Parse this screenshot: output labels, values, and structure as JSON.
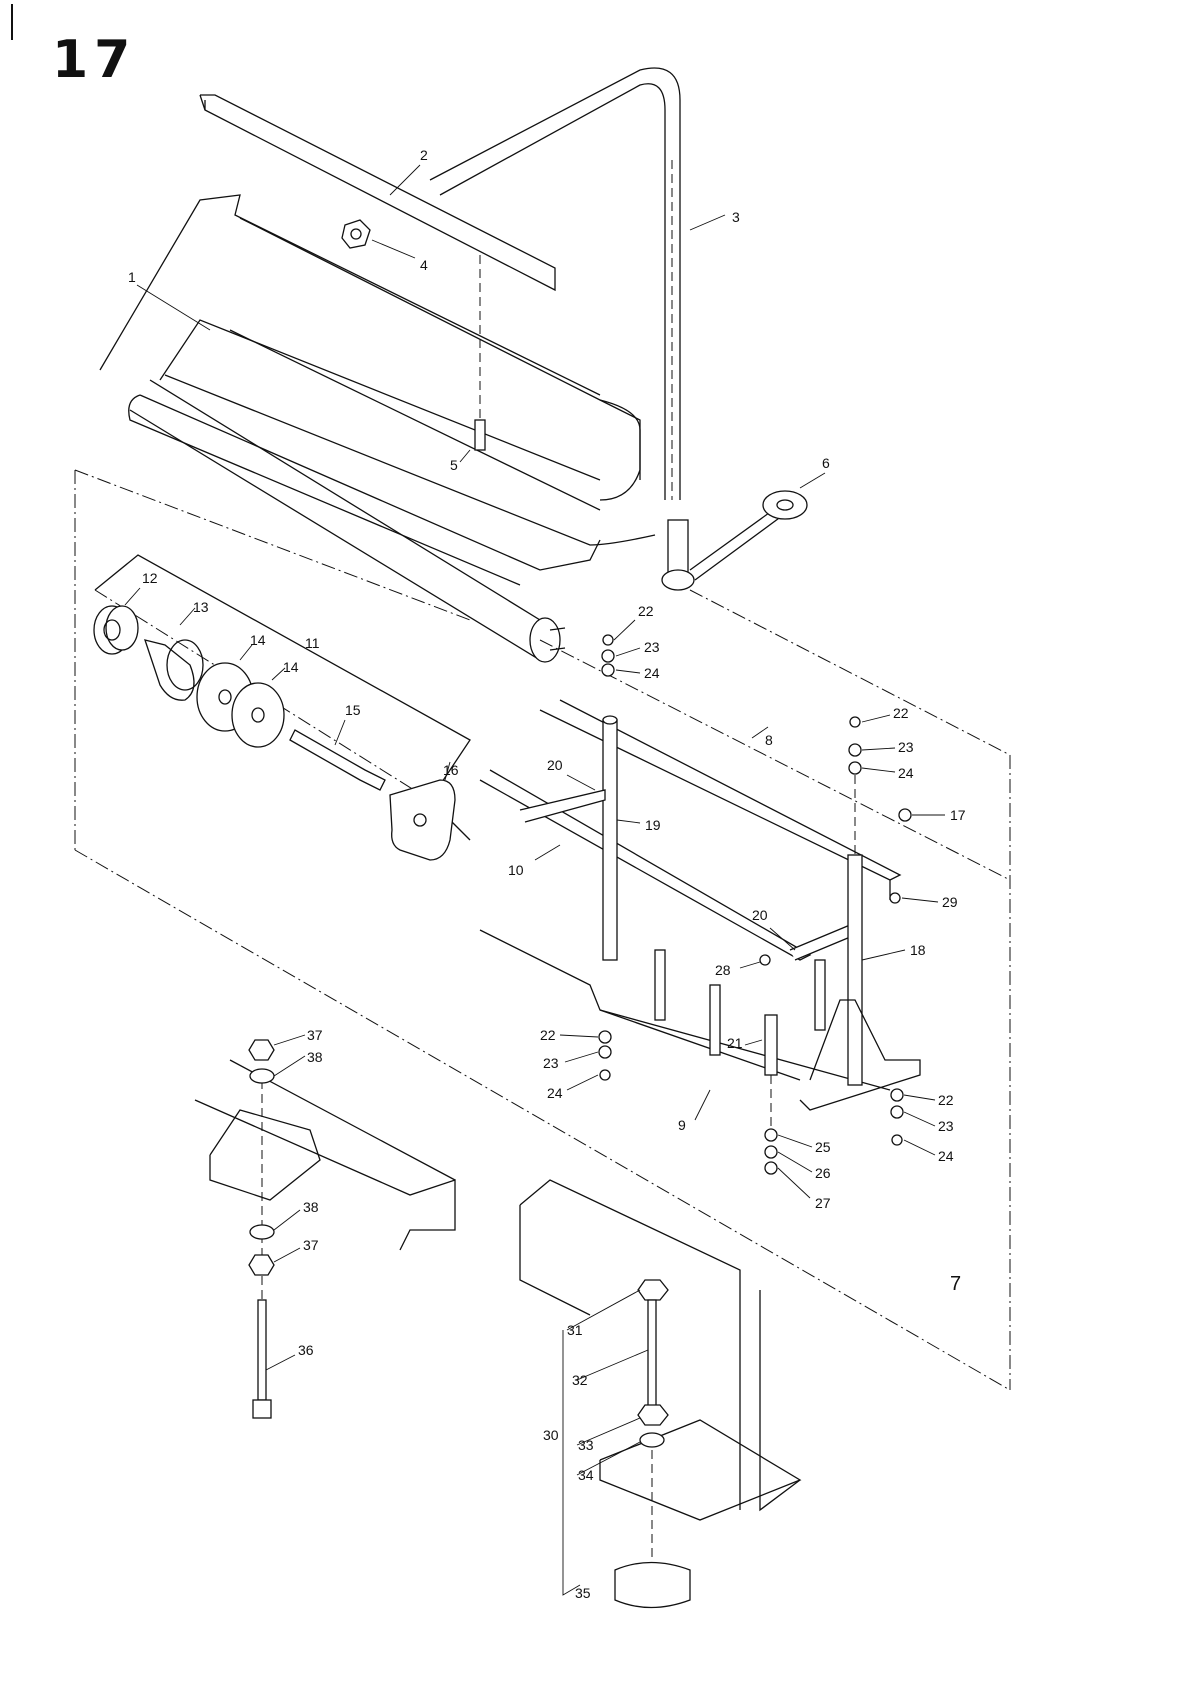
{
  "page": {
    "number": "17"
  },
  "callouts": [
    {
      "id": "c1",
      "text": "1"
    },
    {
      "id": "c2",
      "text": "2"
    },
    {
      "id": "c3",
      "text": "3"
    },
    {
      "id": "c4",
      "text": "4"
    },
    {
      "id": "c5",
      "text": "5"
    },
    {
      "id": "c6",
      "text": "6"
    },
    {
      "id": "c7",
      "text": "7"
    },
    {
      "id": "c8",
      "text": "8"
    },
    {
      "id": "c9",
      "text": "9"
    },
    {
      "id": "c10",
      "text": "10"
    },
    {
      "id": "c11",
      "text": "11"
    },
    {
      "id": "c12",
      "text": "12"
    },
    {
      "id": "c13",
      "text": "13"
    },
    {
      "id": "c14a",
      "text": "14"
    },
    {
      "id": "c14b",
      "text": "14"
    },
    {
      "id": "c15",
      "text": "15"
    },
    {
      "id": "c16",
      "text": "16"
    },
    {
      "id": "c17",
      "text": "17"
    },
    {
      "id": "c18",
      "text": "18"
    },
    {
      "id": "c19",
      "text": "19"
    },
    {
      "id": "c20a",
      "text": "20"
    },
    {
      "id": "c20b",
      "text": "20"
    },
    {
      "id": "c21",
      "text": "21"
    },
    {
      "id": "c22a",
      "text": "22"
    },
    {
      "id": "c23a",
      "text": "23"
    },
    {
      "id": "c24a",
      "text": "24"
    },
    {
      "id": "c22b",
      "text": "22"
    },
    {
      "id": "c23b",
      "text": "23"
    },
    {
      "id": "c24b",
      "text": "24"
    },
    {
      "id": "c22c",
      "text": "22"
    },
    {
      "id": "c23c",
      "text": "23"
    },
    {
      "id": "c24c",
      "text": "24"
    },
    {
      "id": "c22d",
      "text": "22"
    },
    {
      "id": "c23d",
      "text": "23"
    },
    {
      "id": "c24d",
      "text": "24"
    },
    {
      "id": "c25",
      "text": "25"
    },
    {
      "id": "c26",
      "text": "26"
    },
    {
      "id": "c27",
      "text": "27"
    },
    {
      "id": "c28",
      "text": "28"
    },
    {
      "id": "c29",
      "text": "29"
    },
    {
      "id": "c30",
      "text": "30"
    },
    {
      "id": "c31",
      "text": "31"
    },
    {
      "id": "c32",
      "text": "32"
    },
    {
      "id": "c33",
      "text": "33"
    },
    {
      "id": "c34",
      "text": "34"
    },
    {
      "id": "c35",
      "text": "35"
    },
    {
      "id": "c36",
      "text": "36"
    },
    {
      "id": "c37a",
      "text": "37"
    },
    {
      "id": "c38a",
      "text": "38"
    },
    {
      "id": "c37b",
      "text": "37"
    },
    {
      "id": "c38b",
      "text": "38"
    }
  ]
}
